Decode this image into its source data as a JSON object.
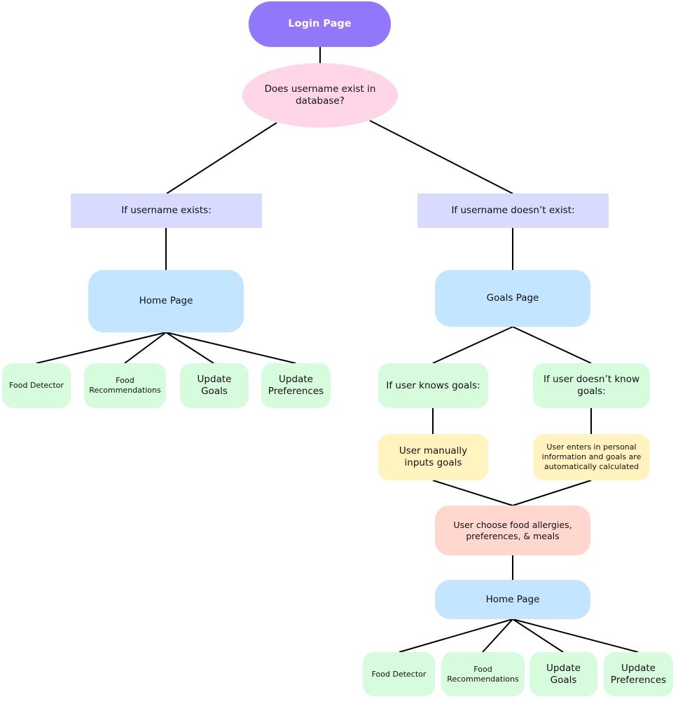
{
  "diagram": {
    "login": "Login Page",
    "decision": "Does username exist in database?",
    "exists_condition": "If username exists:",
    "not_exists_condition": "If username doesn’t exist:",
    "home_page_left": "Home Page",
    "goals_page": "Goals Page",
    "left_features": {
      "food_detector": "Food Detector",
      "food_recommendations": "Food Recommendations",
      "update_goals": "Update Goals",
      "update_preferences": "Update Preferences"
    },
    "knows_goals": "If user knows goals:",
    "doesnt_know_goals": "If user doesn’t know goals:",
    "manual_goals": "User manually inputs goals",
    "auto_goals": "User enters in personal information and goals are automatically calculated",
    "preferences_step": "User choose food allergies, preferences, & meals",
    "home_page_right": "Home Page",
    "right_features": {
      "food_detector": "Food Detector",
      "food_recommendations": "Food Recommendations",
      "update_goals": "Update Goals",
      "update_preferences": "Update Preferences"
    }
  },
  "colors": {
    "login": "#9277fb",
    "decision": "#ffd6e7",
    "condition": "#d8daff",
    "page": "#c3e5ff",
    "feature": "#d7fbdd",
    "input_step": "#fff3bf",
    "preferences_step": "#ffd7cf",
    "connector": "#000000"
  }
}
